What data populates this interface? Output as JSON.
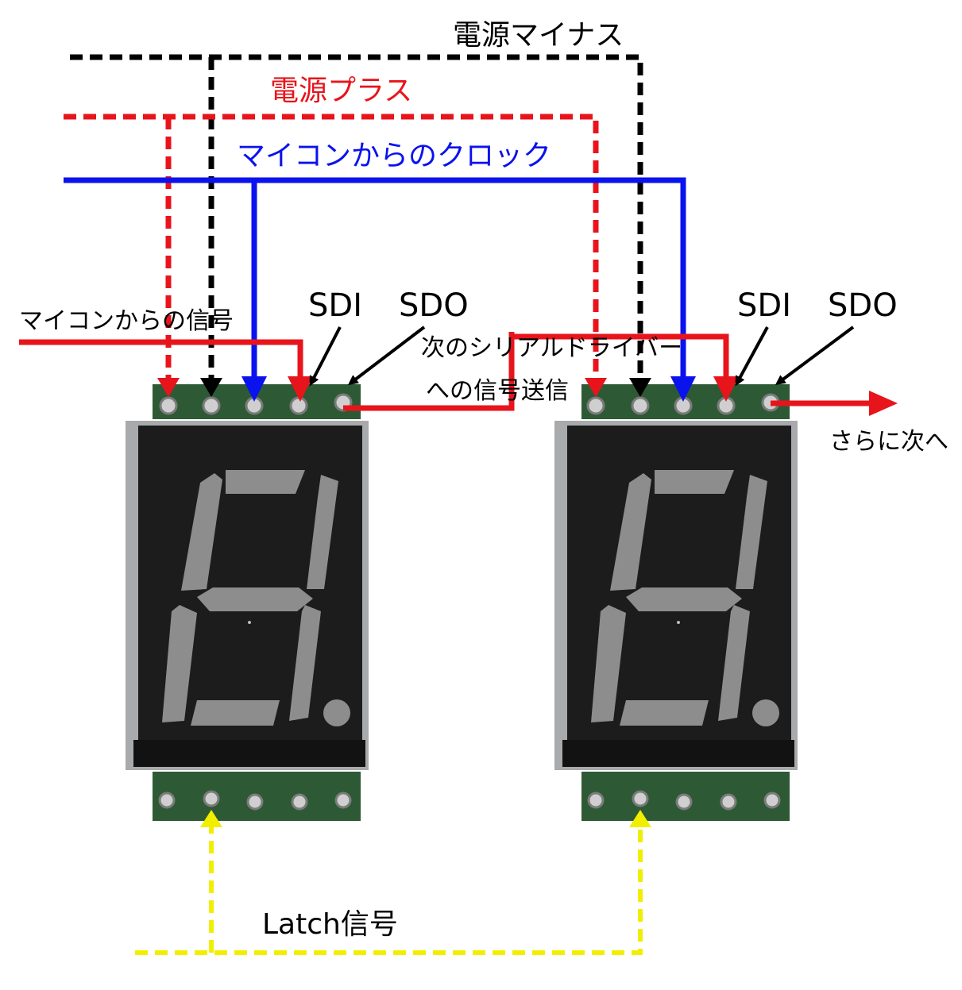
{
  "labels": {
    "power_minus": "電源マイナス",
    "power_plus": "電源プラス",
    "clock": "マイコンからのクロック",
    "mcu_signal": "マイコンからの信号",
    "sdi_left": "SDI",
    "sdo_left": "SDO",
    "sdi_right": "SDI",
    "sdo_right": "SDO",
    "next_driver_line1": "次のシリアルドライバー",
    "next_driver_line2": "への信号送信",
    "further_next": "さらに次へ",
    "latch": "Latch信号"
  },
  "colors": {
    "power_minus": "#000000",
    "power_plus": "#e8141c",
    "clock": "#0a12ee",
    "signal": "#e8141c",
    "latch": "#f2ee00",
    "pcb": "#2d5a35",
    "display_body": "#1c1c1c",
    "segment": "#8d8d8d"
  },
  "modules": [
    {
      "name": "left-module"
    },
    {
      "name": "right-module"
    }
  ]
}
